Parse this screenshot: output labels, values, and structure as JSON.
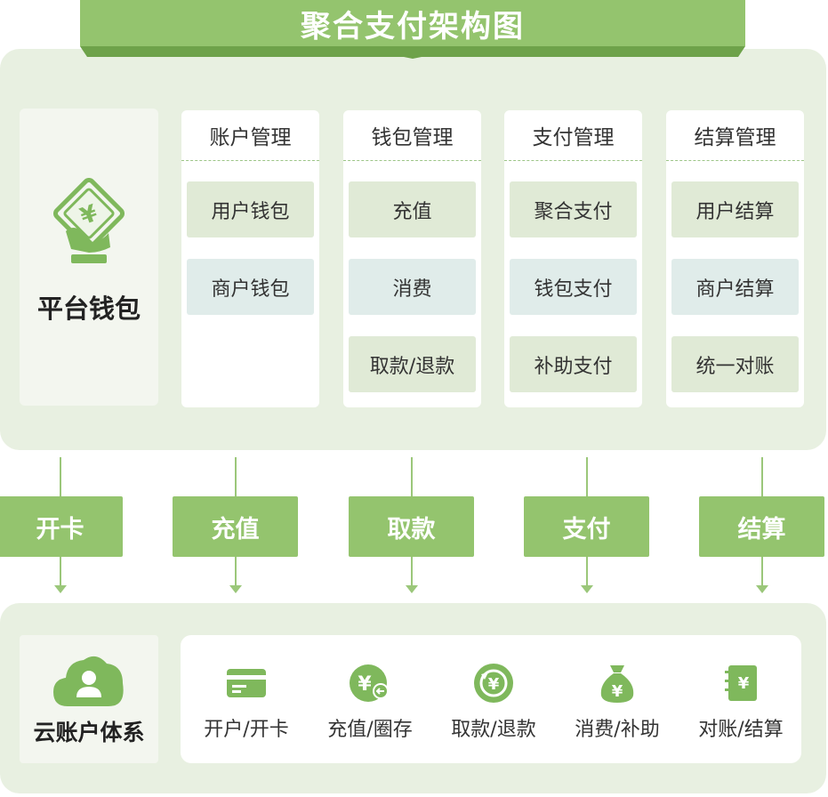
{
  "title": "聚合支付架构图",
  "platform_wallet": {
    "label": "平台钱包",
    "icon": "wallet-card-hand-icon"
  },
  "management": [
    {
      "title": "账户管理",
      "items": [
        "用户钱包",
        "商户钱包"
      ]
    },
    {
      "title": "钱包管理",
      "items": [
        "充值",
        "消费",
        "取款/退款"
      ]
    },
    {
      "title": "支付管理",
      "items": [
        "聚合支付",
        "钱包支付",
        "补助支付"
      ]
    },
    {
      "title": "结算管理",
      "items": [
        "用户结算",
        "商户结算",
        "统一对账"
      ]
    }
  ],
  "flows": [
    "开卡",
    "充值",
    "取款",
    "支付",
    "结算"
  ],
  "cloud_account": {
    "label": "云账户体系",
    "icon": "cloud-user-icon"
  },
  "services": [
    {
      "label": "开户/开卡",
      "icon": "card-icon"
    },
    {
      "label": "充值/圈存",
      "icon": "yen-deposit-icon"
    },
    {
      "label": "取款/退款",
      "icon": "yen-refund-icon"
    },
    {
      "label": "消费/补助",
      "icon": "money-bag-icon"
    },
    {
      "label": "对账/结算",
      "icon": "ledger-icon"
    }
  ],
  "colors": {
    "accent": "#94c46e",
    "panel": "#e8f0e1",
    "item_green": "#e0ead6",
    "item_teal": "#e0ecea",
    "icon_green": "#7fb85c"
  }
}
